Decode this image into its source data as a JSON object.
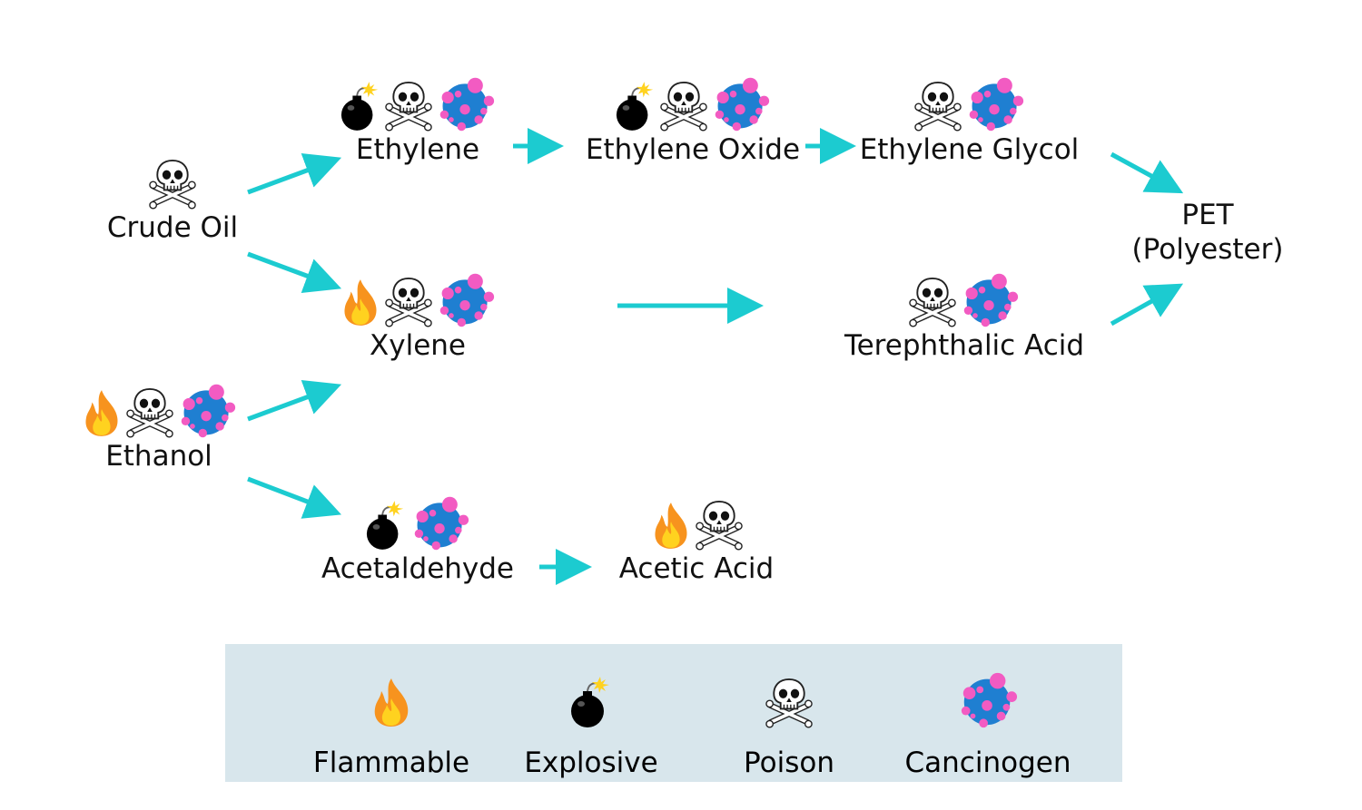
{
  "colors": {
    "arrow": "#1ccbd0",
    "legend_bg": "#d8e6ec",
    "flame_outer": "#f7931e",
    "flame_inner": "#ffd21f",
    "carcinogen_body": "#1f7fd1",
    "carcinogen_dots": "#f25bc2"
  },
  "nodes": {
    "crude_oil": {
      "label": "Crude Oil",
      "hazards": [
        "poison"
      ]
    },
    "ethanol": {
      "label": "Ethanol",
      "hazards": [
        "flammable",
        "poison",
        "carcinogen"
      ]
    },
    "ethylene": {
      "label": "Ethylene",
      "hazards": [
        "explosive",
        "poison",
        "carcinogen"
      ]
    },
    "xylene": {
      "label": "Xylene",
      "hazards": [
        "flammable",
        "poison",
        "carcinogen"
      ]
    },
    "acetaldehyde": {
      "label": "Acetaldehyde",
      "hazards": [
        "explosive",
        "carcinogen"
      ]
    },
    "ethylene_oxide": {
      "label": "Ethylene Oxide",
      "hazards": [
        "explosive",
        "poison",
        "carcinogen"
      ]
    },
    "ethylene_glycol": {
      "label": "Ethylene Glycol",
      "hazards": [
        "poison",
        "carcinogen"
      ]
    },
    "terephthalic_acid": {
      "label": "Terephthalic Acid",
      "hazards": [
        "poison",
        "carcinogen"
      ]
    },
    "acetic_acid": {
      "label": "Acetic Acid",
      "hazards": [
        "flammable",
        "poison"
      ]
    },
    "pet": {
      "label_line1": "PET",
      "label_line2": "(Polyester)",
      "hazards": []
    }
  },
  "edges": [
    {
      "from": "Crude Oil",
      "to": "Ethylene"
    },
    {
      "from": "Crude Oil",
      "to": "Xylene"
    },
    {
      "from": "Ethanol",
      "to": "Xylene"
    },
    {
      "from": "Ethanol",
      "to": "Acetaldehyde"
    },
    {
      "from": "Ethylene",
      "to": "Ethylene Oxide"
    },
    {
      "from": "Ethylene Oxide",
      "to": "Ethylene Glycol"
    },
    {
      "from": "Xylene",
      "to": "Terephthalic Acid"
    },
    {
      "from": "Acetaldehyde",
      "to": "Acetic Acid"
    },
    {
      "from": "Ethylene Glycol",
      "to": "PET (Polyester)"
    },
    {
      "from": "Terephthalic Acid",
      "to": "PET (Polyester)"
    }
  ],
  "legend": {
    "flammable": {
      "icon": "flame-icon",
      "label": "Flammable"
    },
    "explosive": {
      "icon": "bomb-icon",
      "label": "Explosive"
    },
    "poison": {
      "icon": "skull-crossbones-icon",
      "label": "Poison"
    },
    "carcinogen": {
      "icon": "carcinogen-icon",
      "label": "Cancinogen"
    }
  }
}
